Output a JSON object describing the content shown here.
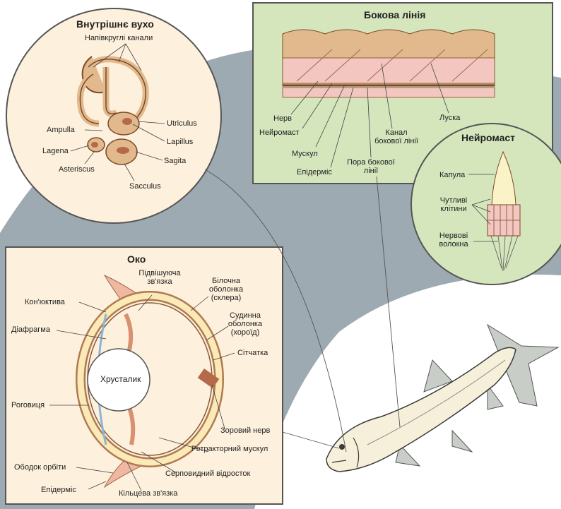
{
  "colors": {
    "background": "#ffffff",
    "grey_band": "#9daab2",
    "panel_cream": "#fdf0dc",
    "panel_green": "#d5e6bd",
    "tissue_pink": "#f3c6c0",
    "tissue_tan": "#e2b98c",
    "fish_body": "#f6efd9",
    "outline": "#3a3a3a"
  },
  "inner_ear": {
    "title": "Внутрішнє вухо",
    "labels": {
      "semicircular": "Напівкруглі канали",
      "utriculus": "Utriculus",
      "ampulla": "Ampulla",
      "lapillus": "Lapillus",
      "lagena": "Lagena",
      "sagita": "Sagita",
      "asteriscus": "Asteriscus",
      "sacculus": "Sacculus"
    }
  },
  "lateral_line": {
    "title": "Бокова лінія",
    "labels": {
      "nerve": "Нерв",
      "neuromast": "Нейромаст",
      "muscle": "Мускул",
      "epidermis": "Епідерміс",
      "pore": "Пора бокової лінії",
      "canal": "Канал бокової лінії",
      "scale": "Луска"
    }
  },
  "neuromast": {
    "title": "Нейромаст",
    "labels": {
      "cupula": "Капула",
      "sensory": "Чутливі клітини",
      "fibers": "Нервові волокна"
    }
  },
  "eye": {
    "title": "Око",
    "labels": {
      "suspensory": "Підвішуюча зв'язка",
      "sclera": "Білочна оболонка (склера)",
      "choroid": "Судинна оболонка (хороїд)",
      "retina": "Сітчатка",
      "conjunctiva": "Кон'юктива",
      "diaphragm": "Діафрагма",
      "lens": "Хрусталик",
      "cornea": "Роговиця",
      "optic_nerve": "Зоровий нерв",
      "retractor": "Ретракторний мускул",
      "falciform": "Серповидний відросток",
      "orbit_rim": "Ободок орбіти",
      "epidermis": "Епідерміс",
      "annular": "Кільцева зв'язка"
    }
  }
}
